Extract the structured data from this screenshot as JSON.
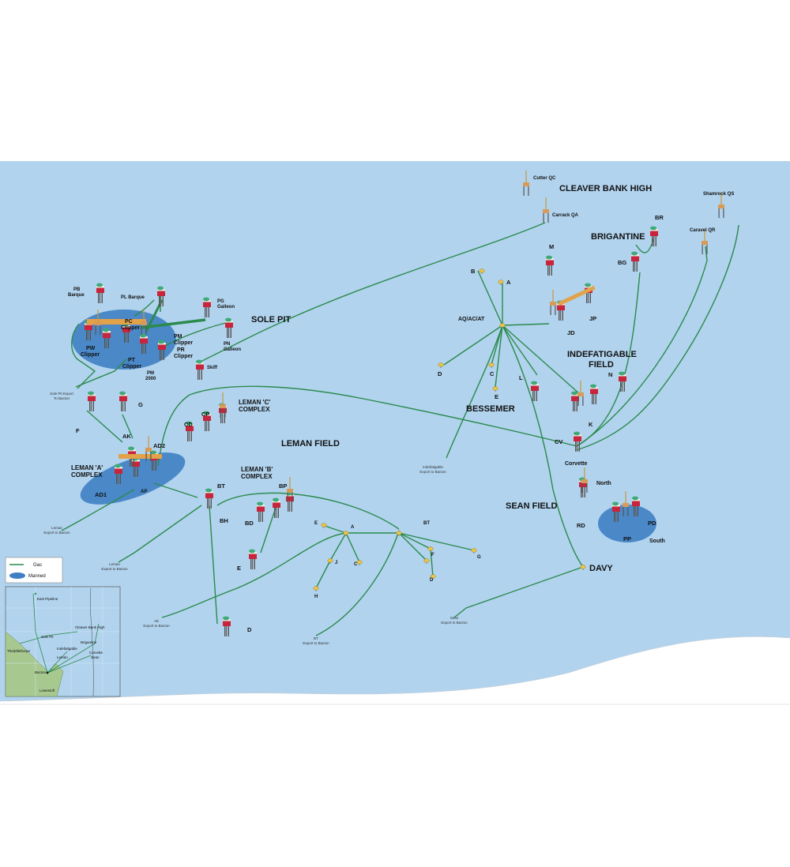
{
  "fields": {
    "cleaver_bank_high": "CLEAVER BANK HIGH",
    "sole_pit": "SOLE PIT",
    "brigantine": "BRIGANTINE",
    "indefatigable_field_1": "INDEFATIGABLE",
    "indefatigable_field_2": "FIELD",
    "bessemer": "BESSEMER",
    "leman_field": "LEMAN FIELD",
    "leman_c_1": "LEMAN 'C'",
    "leman_c_2": "COMPLEX",
    "leman_a_1": "LEMAN 'A'",
    "leman_a_2": "COMPLEX",
    "leman_b_1": "LEMAN 'B'",
    "leman_b_2": "COMPLEX",
    "sean_field": "SEAN FIELD",
    "davy": "DAVY"
  },
  "platforms": {
    "cutter_qc": "Cutter QC",
    "carrack_qa": "Carrack QA",
    "shamrock_qs": "Shamrock QS",
    "caravel_qr": "Caravel QR",
    "br": "BR",
    "bg": "BG",
    "pb_1": "PB",
    "pb_2": "Barque",
    "pl_barque": "PL Barque",
    "pg_1": "PG",
    "pg_2": "Galleon",
    "pc_1": "PC",
    "pc_2": "Clipper",
    "pw_1": "PW",
    "pw_2": "Clipper",
    "pm_1": "PM",
    "pm_2": "Clipper",
    "pr_1": "PR",
    "pr_2": "Clipper",
    "pn_1": "PN",
    "pn_2": "Galleon",
    "pt_1": "PT",
    "pt_2": "Clipper",
    "pm2000_1": "PM",
    "pm2000_2": "2000",
    "skiff": "Skiff",
    "f": "F",
    "g": "G",
    "ak": "AK",
    "ad2": "AD2",
    "ad1": "AD1",
    "ap": "AP",
    "cd": "CD",
    "cp": "CP",
    "bt": "BT",
    "bh": "BH",
    "bd": "BD",
    "bp": "BP",
    "e_leman": "E",
    "d_leman": "D",
    "m": "M",
    "b_bess": "B",
    "a_bess": "A",
    "aq": "AQ/AC/AT",
    "jp": "JP",
    "jd": "JD",
    "d_bess": "D",
    "c_bess": "C",
    "e_bess": "E",
    "l": "L",
    "n": "N",
    "k": "K",
    "cv": "CV",
    "corvette": "Corvette",
    "north": "North",
    "rd": "RD",
    "pd": "PD",
    "pp": "PP",
    "south": "South",
    "e_sub": "E",
    "a_sub": "A",
    "bt_sub": "BT",
    "j_sub": "J",
    "c_sub": "C",
    "h_sub": "H",
    "f_sub": "F",
    "g_sub": "G",
    "d_sub": "D"
  },
  "exports": {
    "ae_1": "AE",
    "ae_2": "Export to Bacton",
    "lemana_1": "Leman",
    "lemana_2": "Export to Bacton",
    "lemanb_1": "Leman",
    "lemanb_2": "Export to Bacton",
    "bt_1": "BT",
    "bt_2": "Export to Bacton",
    "sean_1": "Sean",
    "sean_2": "Export to Bacton",
    "indef_1": "Indefatigable",
    "indef_2": "Export to Bacton",
    "sole_1": "Sole Pit Export",
    "sole_2": "To Bacton"
  },
  "legend": {
    "gas": "Gas",
    "manned": "Manned"
  },
  "inset": {
    "east_pipeline": "East Pipeline",
    "cleaver_bank_high": "Cleaver Bank High",
    "sole_pit": "Sole Pit",
    "brigantine": "Brigantine",
    "indefatigable": "Indefatigable",
    "corvette": "Corvette",
    "leman": "Leman",
    "sean": "Sean",
    "theddlethorpe": "Theddlethorpe",
    "bacton": "Bacton",
    "lowestoft": "Lowestoft"
  },
  "colors": {
    "sea": "#b1d3ee",
    "pipeline": "#2b8a4c",
    "manned": "#3f7fc3",
    "land": "#a7c88f"
  }
}
